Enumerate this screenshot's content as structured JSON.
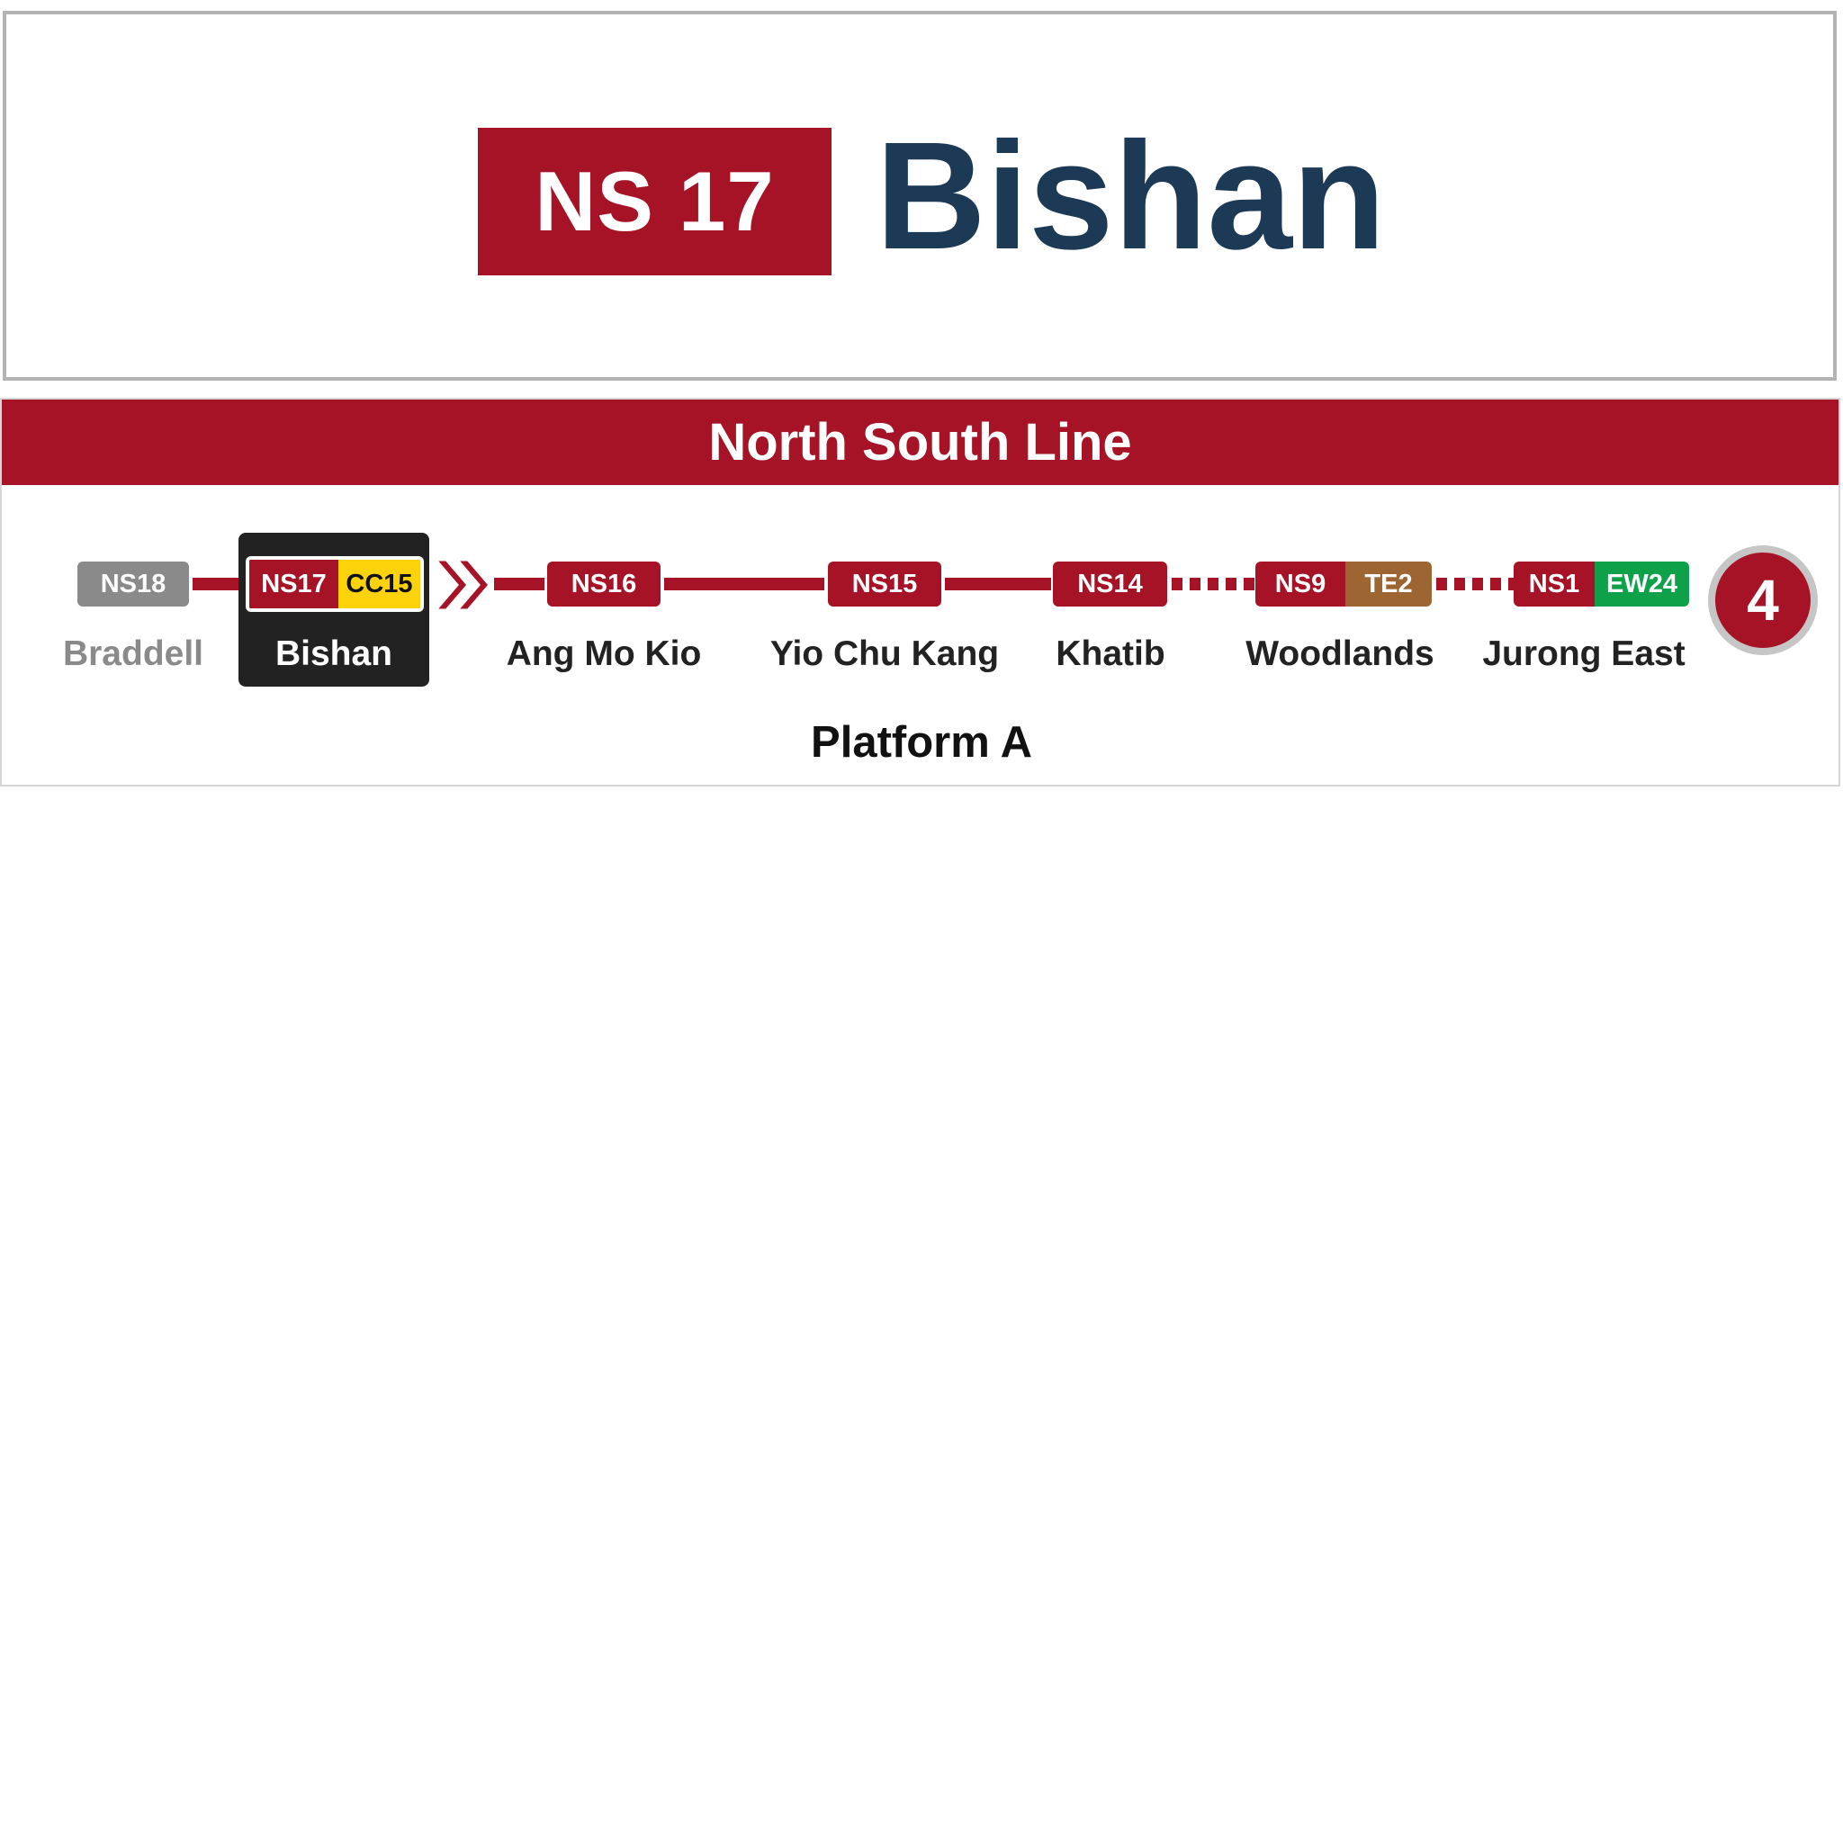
{
  "header": {
    "station_code": "NS 17",
    "station_name": "Bishan"
  },
  "line": {
    "name": "North South Line",
    "color": "#a61226"
  },
  "stations": [
    {
      "codes": [
        {
          "text": "NS18",
          "color": "#8a8a8a"
        }
      ],
      "name": "Braddell",
      "state": "passed"
    },
    {
      "codes": [
        {
          "text": "NS17",
          "color": "#a61226"
        },
        {
          "text": "CC15",
          "color": "#fcd20a"
        }
      ],
      "name": "Bishan",
      "state": "current"
    },
    {
      "codes": [
        {
          "text": "NS16",
          "color": "#a61226"
        }
      ],
      "name": "Ang Mo Kio",
      "state": "upcoming"
    },
    {
      "codes": [
        {
          "text": "NS15",
          "color": "#a61226"
        }
      ],
      "name": "Yio Chu Kang",
      "state": "upcoming"
    },
    {
      "codes": [
        {
          "text": "NS14",
          "color": "#a61226"
        }
      ],
      "name": "Khatib",
      "state": "upcoming"
    },
    {
      "codes": [
        {
          "text": "NS9",
          "color": "#a61226"
        },
        {
          "text": "TE2",
          "color": "#9d6532"
        }
      ],
      "name": "Woodlands",
      "state": "upcoming"
    },
    {
      "codes": [
        {
          "text": "NS1",
          "color": "#a61226"
        },
        {
          "text": "EW24",
          "color": "#0fa14a"
        }
      ],
      "name": "Jurong East",
      "state": "terminal"
    }
  ],
  "platform": {
    "label": "Platform A",
    "number": "4"
  }
}
